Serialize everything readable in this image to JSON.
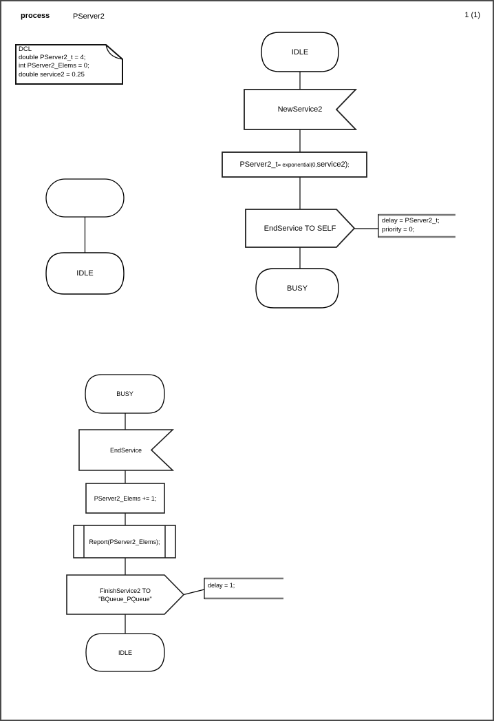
{
  "header": {
    "kind": "process",
    "name": "PServer2",
    "page_number": "1 (1)"
  },
  "declarations": {
    "lines": [
      "DCL",
      "double PServer2_t = 4;",
      "int PServer2_Elems = 0;",
      "double service2 = 0.25"
    ]
  },
  "main_flow": {
    "start_state": "IDLE",
    "input_signal": "NewService2",
    "task": {
      "lhs": "PServer2_t",
      "op": " = exponential(0,",
      "arg": "service2)",
      "semi": ";"
    },
    "output_signal": "EndService TO SELF",
    "comment_lines": [
      "delay = PServer2_t;",
      "priority = 0;"
    ],
    "next_state": "BUSY"
  },
  "idle_flow": {
    "state": "IDLE"
  },
  "end_flow": {
    "start_state": "BUSY",
    "input_signal": "EndService",
    "task": "PServer2_Elems += 1;",
    "procedure_call": "Report(PServer2_Elems);",
    "output_line1": "FinishService2 TO",
    "output_line2": "\"BQueue_PQueue\"",
    "comment": "delay = 1;",
    "next_state": "IDLE"
  },
  "colors": {
    "line": "#000000",
    "shape_border": "#1f1f1f",
    "shape_fill": "#ffffff",
    "page_border": "#4a4a4a",
    "comment_edge": "#757575"
  }
}
